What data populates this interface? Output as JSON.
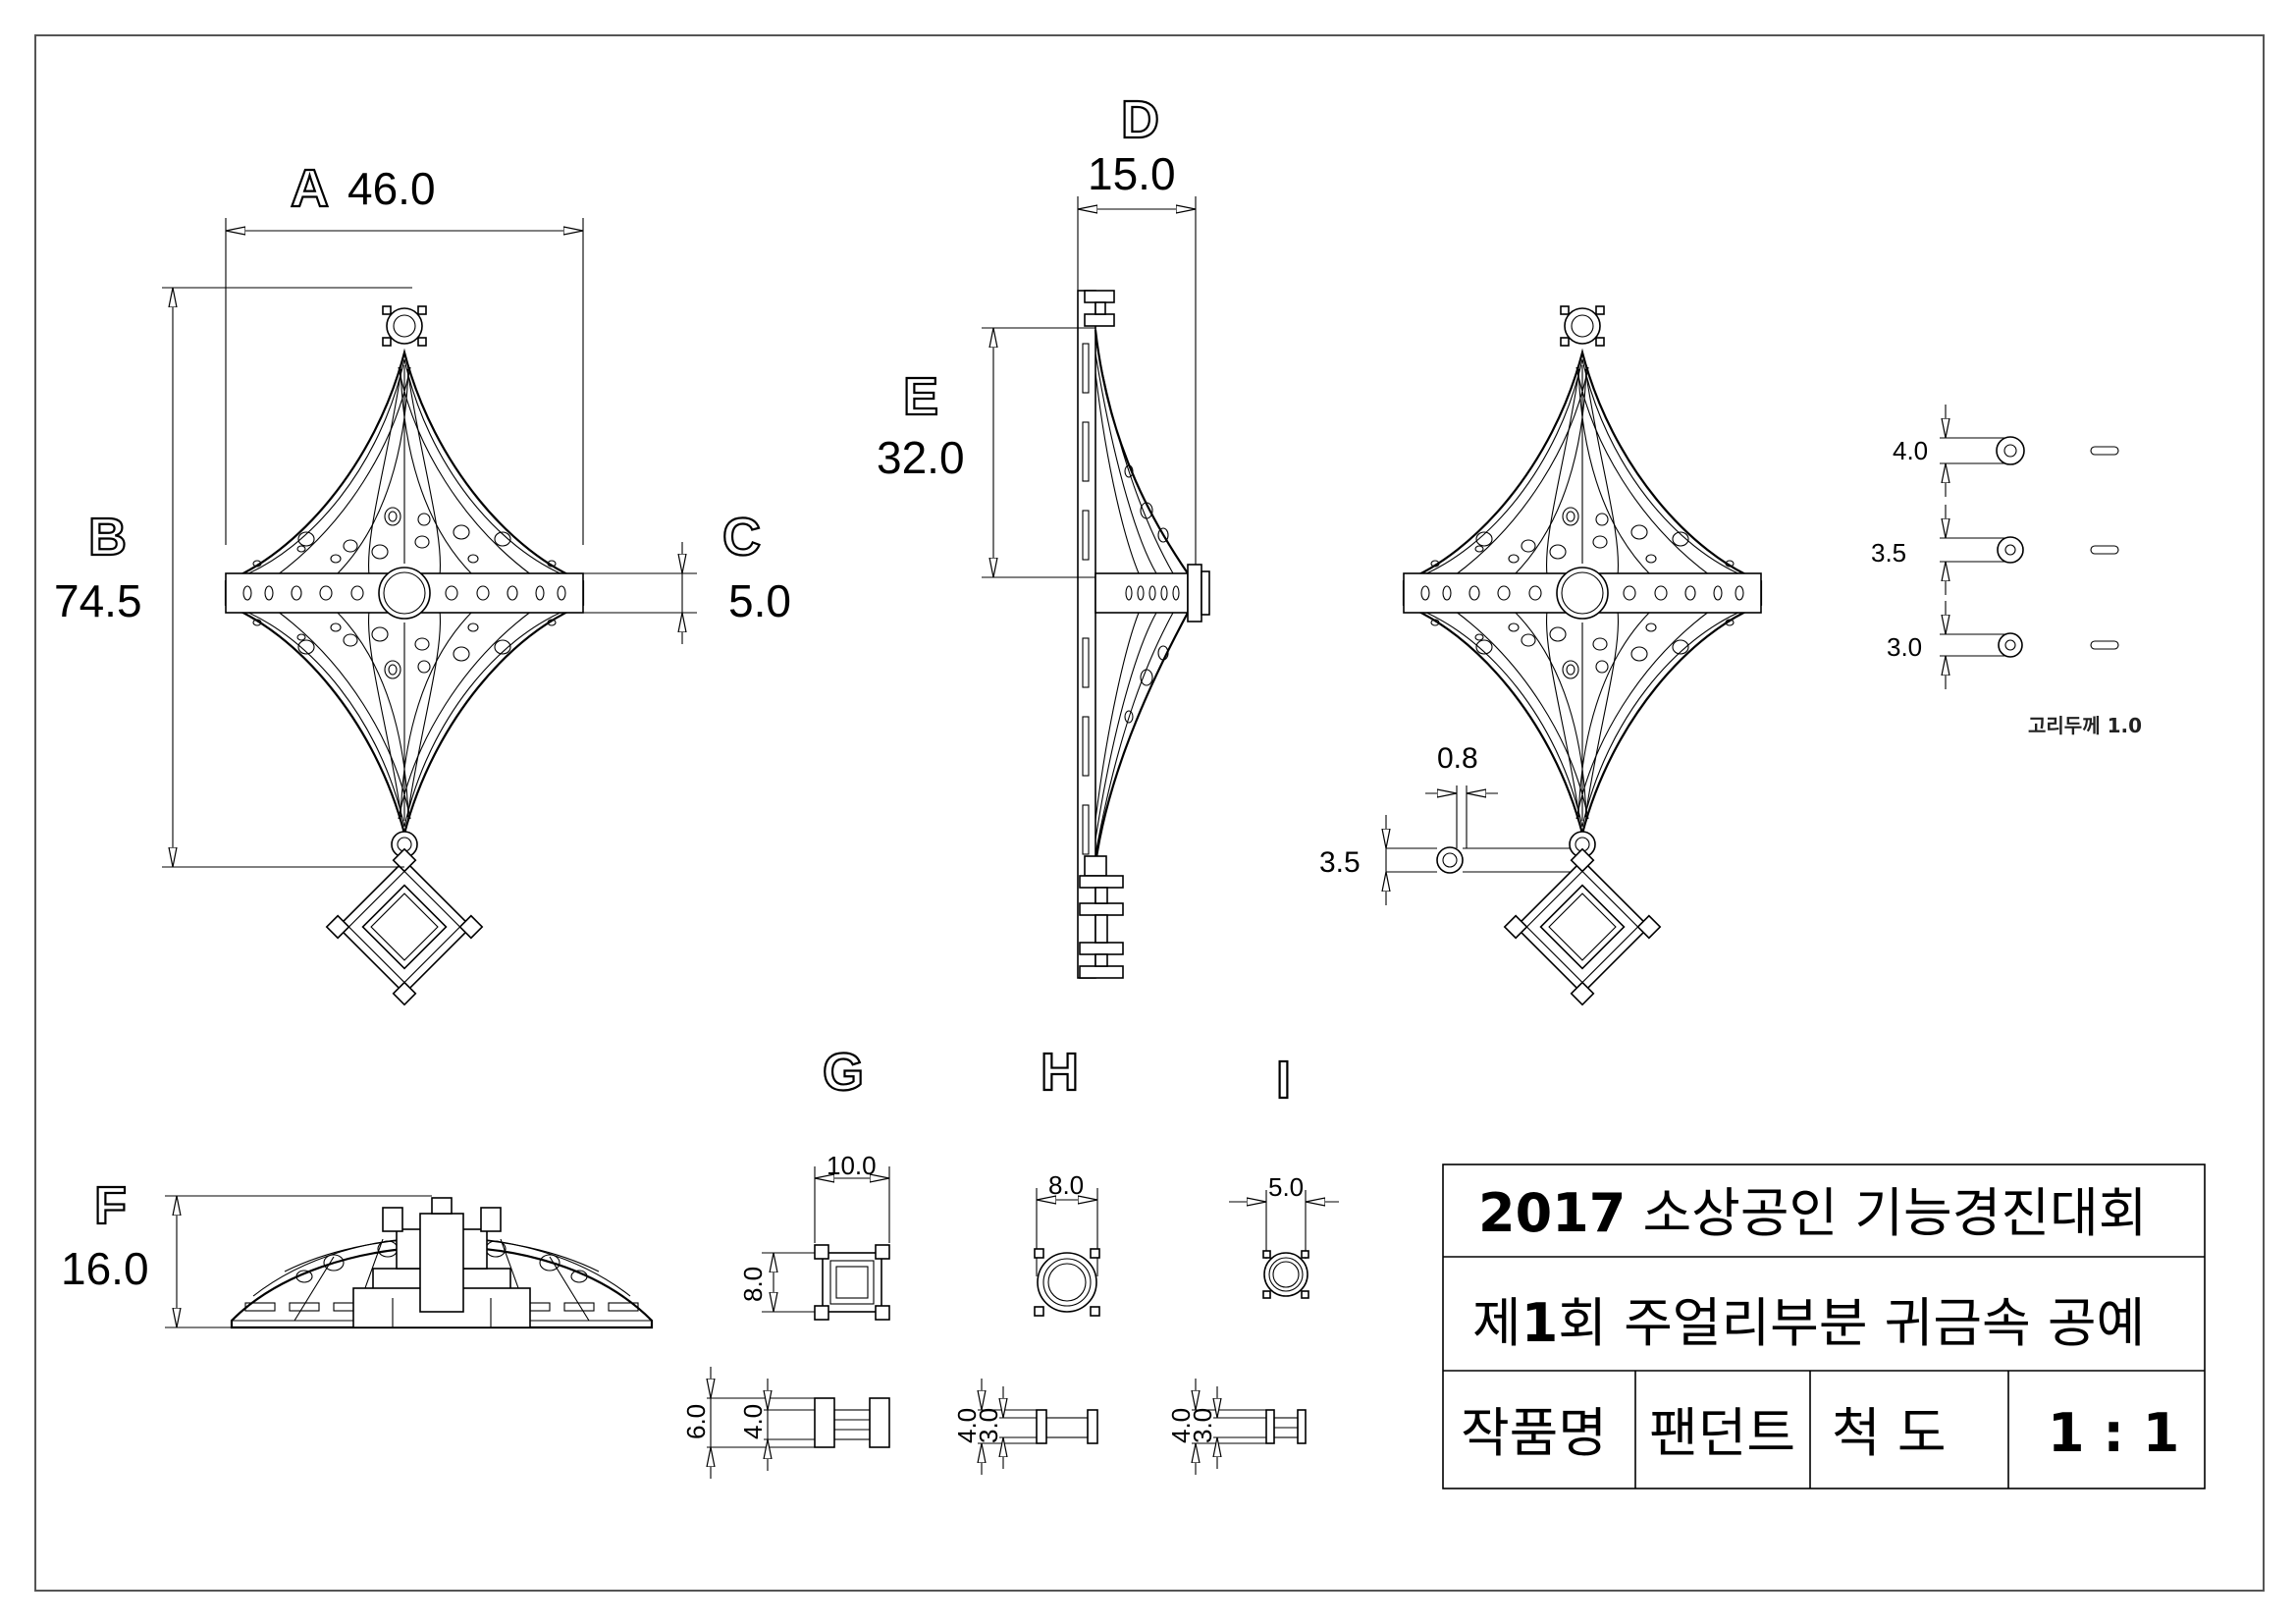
{
  "view_labels": {
    "A": "A",
    "B": "B",
    "C": "C",
    "D": "D",
    "E": "E",
    "F": "F",
    "G": "G",
    "H": "H",
    "I": "I"
  },
  "dimensions": {
    "A": "46.0",
    "B": "74.5",
    "C": "5.0",
    "D": "15.0",
    "E": "32.0",
    "F": "16.0",
    "G_width": "10.0",
    "G_height": "8.0",
    "G_side_total": "6.0",
    "G_side_inner": "4.0",
    "H_width": "8.0",
    "H_side_total": "4.0",
    "H_side_inner": "3.0",
    "I_width": "5.0",
    "I_side_total": "4.0",
    "I_side_inner": "3.0",
    "jump_ring_gap": "0.8",
    "jump_ring_dia": "3.5"
  },
  "rings": [
    {
      "dia": "4.0"
    },
    {
      "dia": "3.5"
    },
    {
      "dia": "3.0"
    }
  ],
  "ring_note": "고리두께   1.0",
  "title_block": {
    "row1_year": "2017",
    "row1_text": " 소상공인 기능경진대회",
    "row2_pre": "제",
    "row2_num": "1",
    "row2_text": "회 주얼리부분 귀금속 공예",
    "name_label": "작품명",
    "name_value": "팬던트",
    "scale_label": "척  도",
    "scale_value": "1 : 1"
  }
}
